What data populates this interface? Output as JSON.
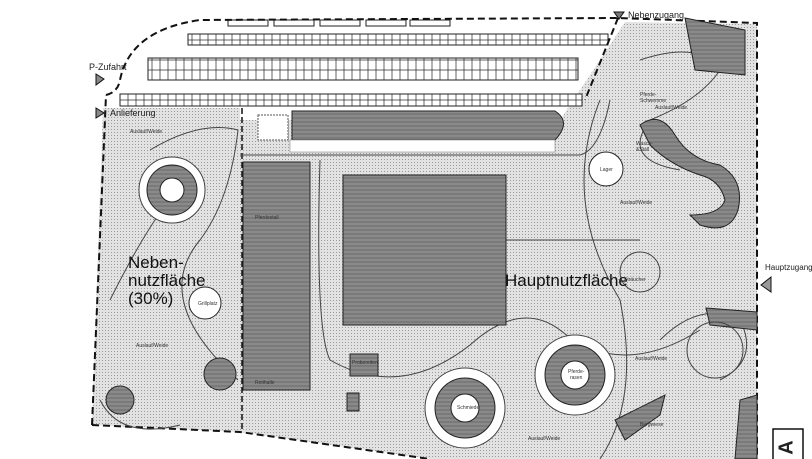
{
  "plan": {
    "access": {
      "parking_entry": "P-Zufahrt",
      "delivery": "Anlieferung",
      "side_entrance": "Nebenzugang",
      "main_entrance": "Hauptzugang"
    },
    "zones": {
      "secondary_area": "Neben-\nnutzfläche\n(30%)",
      "main_area": "Hauptnutzfläche"
    },
    "labels": {
      "paddock": "Auslauf/Weide",
      "grill": "Grillplatz",
      "horse_lawn": "Pferde-\nrasen",
      "forge": "Schmiede",
      "storage": "Lager",
      "wash": "Wasch-\n&Stall",
      "shelter": "Pferde-\nSchwemme",
      "mountain_meadow": "Bergwiese",
      "riding_hall": "Reithalle",
      "stable": "Pferdestall",
      "beginner_area": "Probereiten",
      "shrubs": "Sträucher"
    },
    "section_marker": "A",
    "colors": {
      "fill": "#d6d6d6",
      "dark": "#777777",
      "line": "#111111"
    }
  }
}
